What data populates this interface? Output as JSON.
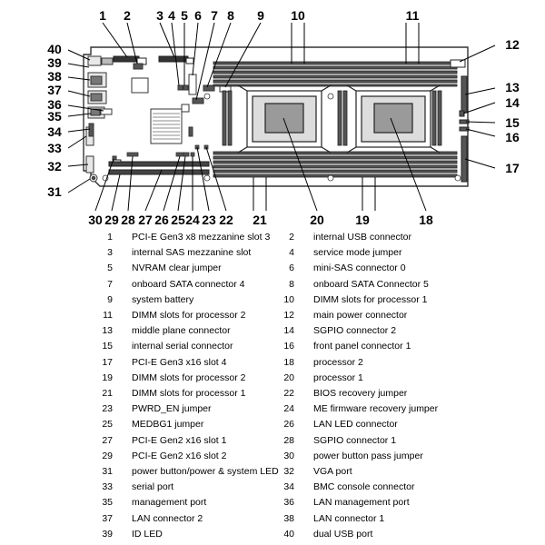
{
  "callout_numbers": [
    "1",
    "2",
    "3",
    "4",
    "5",
    "6",
    "7",
    "8",
    "9",
    "10",
    "11",
    "12",
    "13",
    "14",
    "15",
    "16",
    "17",
    "18",
    "19",
    "20",
    "21",
    "22",
    "23",
    "24",
    "25",
    "26",
    "27",
    "28",
    "29",
    "30",
    "31",
    "32",
    "33",
    "34",
    "35",
    "36",
    "37",
    "38",
    "39",
    "40"
  ],
  "legend": [
    {
      "num": "1",
      "desc": "PCI-E Gen3 x8 mezzanine slot 3"
    },
    {
      "num": "2",
      "desc": "internal USB connector"
    },
    {
      "num": "3",
      "desc": "internal SAS mezzanine slot"
    },
    {
      "num": "4",
      "desc": "service mode jumper"
    },
    {
      "num": "5",
      "desc": "NVRAM clear jumper"
    },
    {
      "num": "6",
      "desc": "mini-SAS connector 0"
    },
    {
      "num": "7",
      "desc": "onboard SATA connector 4"
    },
    {
      "num": "8",
      "desc": "onboard SATA Connector 5"
    },
    {
      "num": "9",
      "desc": "system battery"
    },
    {
      "num": "10",
      "desc": "DIMM slots for processor 1"
    },
    {
      "num": "11",
      "desc": "DIMM slots for processor 2"
    },
    {
      "num": "12",
      "desc": "main power connector"
    },
    {
      "num": "13",
      "desc": "middle plane connector"
    },
    {
      "num": "14",
      "desc": "SGPIO connector 2"
    },
    {
      "num": "15",
      "desc": "internal serial connector"
    },
    {
      "num": "16",
      "desc": "front panel connector 1"
    },
    {
      "num": "17",
      "desc": "PCI-E Gen3 x16 slot 4"
    },
    {
      "num": "18",
      "desc": "processor 2"
    },
    {
      "num": "19",
      "desc": "DIMM slots for processor 2"
    },
    {
      "num": "20",
      "desc": "processor 1"
    },
    {
      "num": "21",
      "desc": "DIMM slots for processor 1"
    },
    {
      "num": "22",
      "desc": "BIOS recovery jumper"
    },
    {
      "num": "23",
      "desc": "PWRD_EN jumper"
    },
    {
      "num": "24",
      "desc": "ME firmware recovery jumper"
    },
    {
      "num": "25",
      "desc": "MEDBG1 jumper"
    },
    {
      "num": "26",
      "desc": "LAN LED connector"
    },
    {
      "num": "27",
      "desc": "PCI-E Gen2 x16 slot 1"
    },
    {
      "num": "28",
      "desc": "SGPIO connector 1"
    },
    {
      "num": "29",
      "desc": "PCI-E Gen2 x16 slot 2"
    },
    {
      "num": "30",
      "desc": "power button pass jumper"
    },
    {
      "num": "31",
      "desc": "power button/power & system LED"
    },
    {
      "num": "32",
      "desc": "VGA port"
    },
    {
      "num": "33",
      "desc": "serial port"
    },
    {
      "num": "34",
      "desc": "BMC console connector"
    },
    {
      "num": "35",
      "desc": "management port"
    },
    {
      "num": "36",
      "desc": "LAN management port"
    },
    {
      "num": "37",
      "desc": "LAN connector 2"
    },
    {
      "num": "38",
      "desc": "LAN connector 1"
    },
    {
      "num": "39",
      "desc": "ID LED"
    },
    {
      "num": "40",
      "desc": "dual USB port"
    }
  ]
}
